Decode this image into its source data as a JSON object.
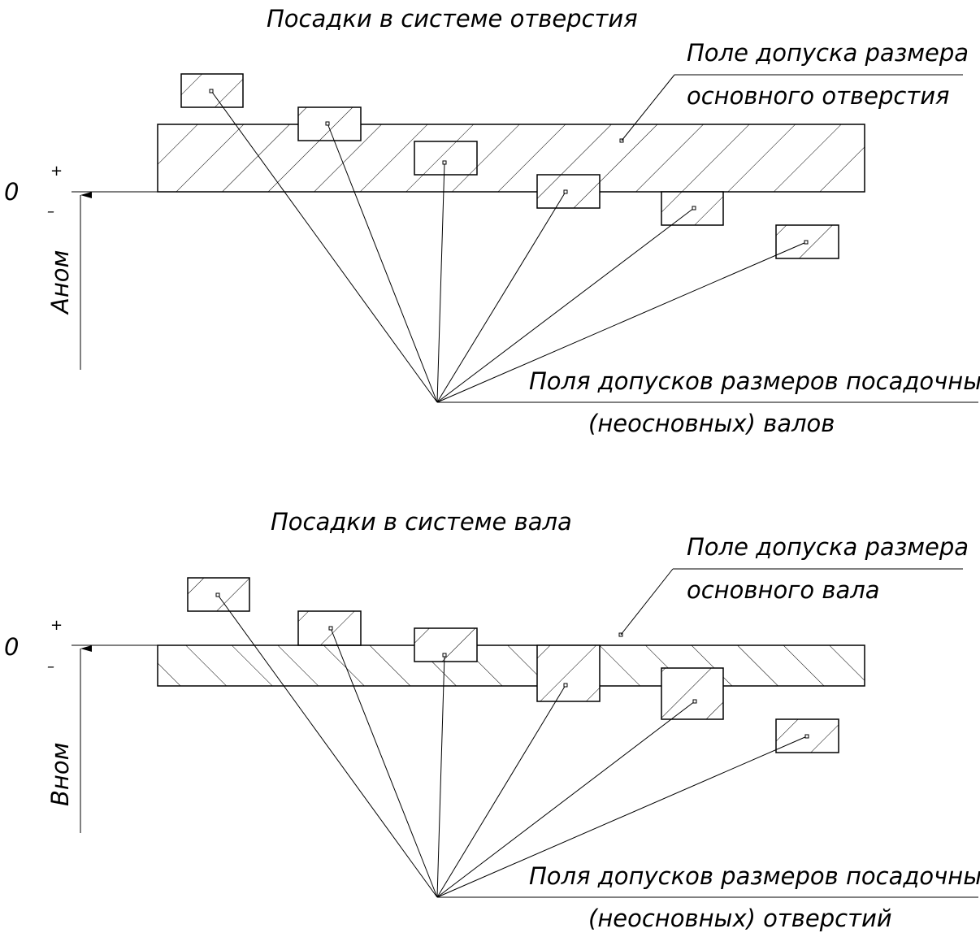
{
  "hole_system": {
    "title": "Посадки в системе отверстия",
    "zero_label": "0",
    "plus": "+",
    "minus": "–",
    "nominal_label": "Aном",
    "main_field_label_1": "Поле допуска размера",
    "main_field_label_2": "основного отверстия",
    "fits_label_1": "Поля допусков размеров посадочных",
    "fits_label_2": "(неосновных) валов"
  },
  "shaft_system": {
    "title": "Посадки в системе вала",
    "zero_label": "0",
    "plus": "+",
    "minus": "–",
    "nominal_label": "Bном",
    "main_field_label_1": "Поле допуска размера",
    "main_field_label_2": "основного вала",
    "fits_label_1": "Поля допусков размеров посадочных",
    "fits_label_2": "(неосновных) отверстий"
  },
  "colors": {
    "line": "#000000",
    "background": "#ffffff"
  }
}
